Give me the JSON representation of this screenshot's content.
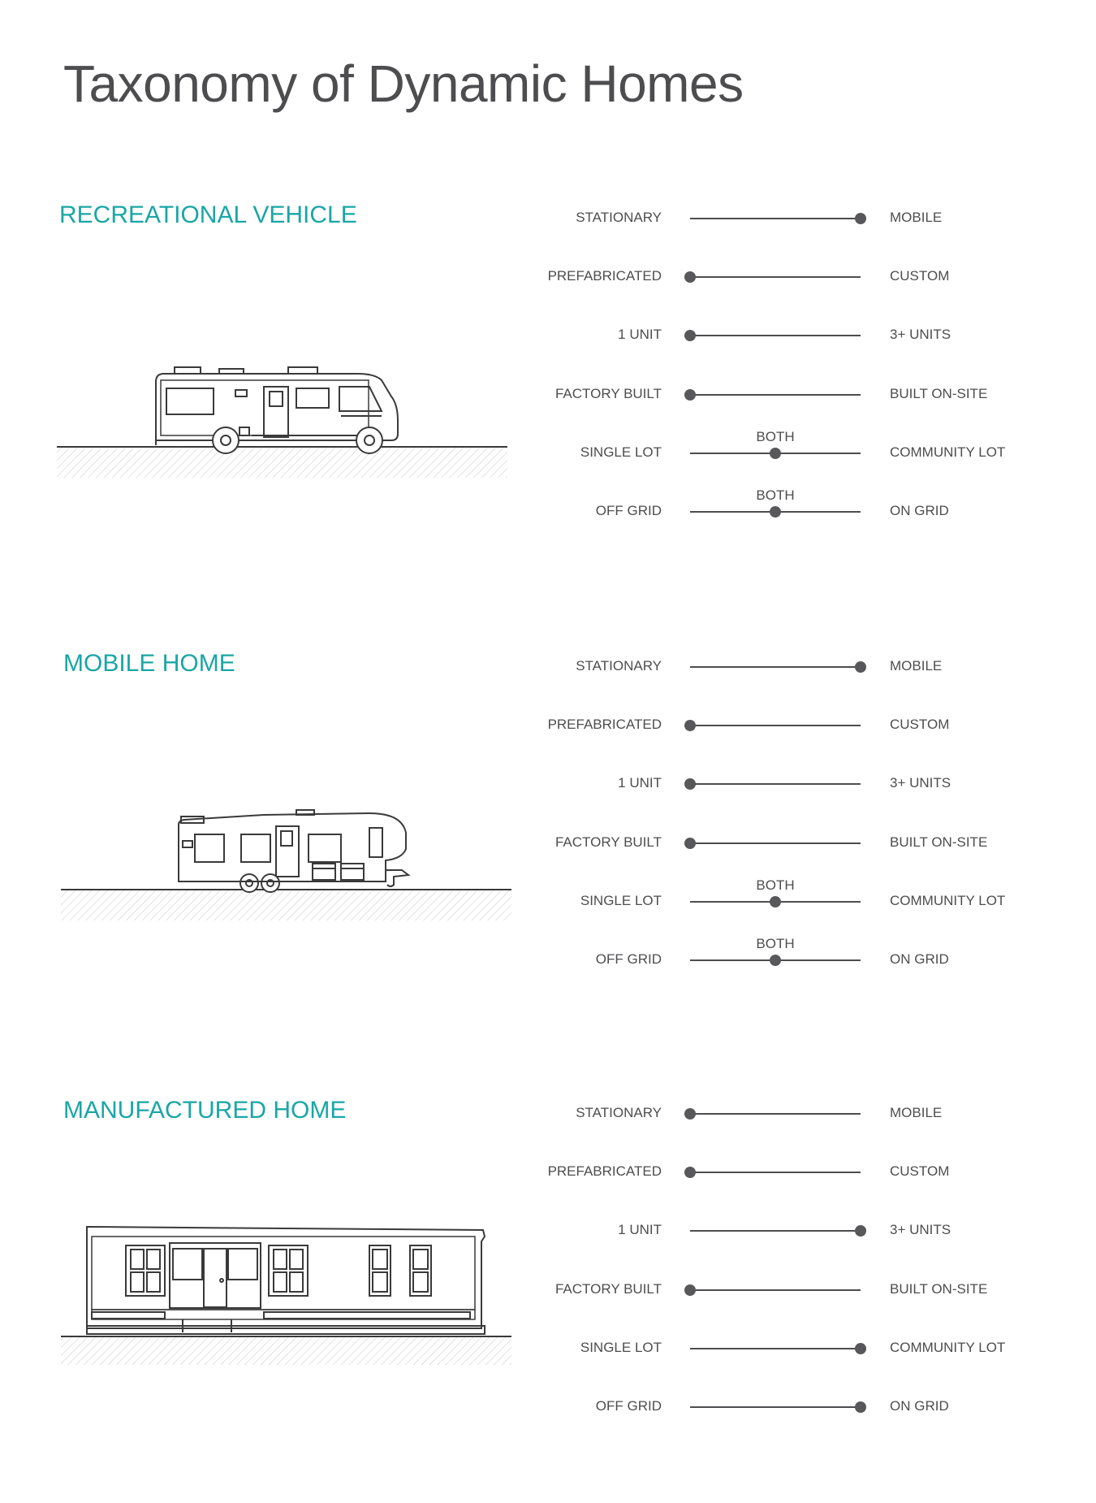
{
  "title": "Taxonomy of Dynamic Homes",
  "colors": {
    "accent": "#1aa6a6",
    "text": "#4d4d4f",
    "dot": "#58585a"
  },
  "sections": [
    {
      "name": "RECREATIONAL VEHICLE",
      "illustration": "rv-motorhome-icon",
      "scales": [
        {
          "left": "STATIONARY",
          "right": "MOBILE",
          "position": 1.0,
          "marker_label": ""
        },
        {
          "left": "PREFABRICATED",
          "right": "CUSTOM",
          "position": 0.0,
          "marker_label": ""
        },
        {
          "left": "1 UNIT",
          "right": "3+ UNITS",
          "position": 0.0,
          "marker_label": ""
        },
        {
          "left": "FACTORY BUILT",
          "right": "BUILT ON-SITE",
          "position": 0.0,
          "marker_label": ""
        },
        {
          "left": "SINGLE LOT",
          "right": "COMMUNITY LOT",
          "position": 0.5,
          "marker_label": "BOTH"
        },
        {
          "left": "OFF GRID",
          "right": "ON GRID",
          "position": 0.5,
          "marker_label": "BOTH"
        }
      ]
    },
    {
      "name": "MOBILE HOME",
      "illustration": "fifth-wheel-trailer-icon",
      "scales": [
        {
          "left": "STATIONARY",
          "right": "MOBILE",
          "position": 1.0,
          "marker_label": ""
        },
        {
          "left": "PREFABRICATED",
          "right": "CUSTOM",
          "position": 0.0,
          "marker_label": ""
        },
        {
          "left": "1 UNIT",
          "right": "3+ UNITS",
          "position": 0.0,
          "marker_label": ""
        },
        {
          "left": "FACTORY BUILT",
          "right": "BUILT ON-SITE",
          "position": 0.0,
          "marker_label": ""
        },
        {
          "left": "SINGLE LOT",
          "right": "COMMUNITY LOT",
          "position": 0.5,
          "marker_label": "BOTH"
        },
        {
          "left": "OFF GRID",
          "right": "ON GRID",
          "position": 0.5,
          "marker_label": "BOTH"
        }
      ]
    },
    {
      "name": "MANUFACTURED HOME",
      "illustration": "manufactured-house-icon",
      "scales": [
        {
          "left": "STATIONARY",
          "right": "MOBILE",
          "position": 0.0,
          "marker_label": ""
        },
        {
          "left": "PREFABRICATED",
          "right": "CUSTOM",
          "position": 0.0,
          "marker_label": ""
        },
        {
          "left": "1 UNIT",
          "right": "3+ UNITS",
          "position": 1.0,
          "marker_label": ""
        },
        {
          "left": "FACTORY BUILT",
          "right": "BUILT ON-SITE",
          "position": 0.0,
          "marker_label": ""
        },
        {
          "left": "SINGLE LOT",
          "right": "COMMUNITY LOT",
          "position": 1.0,
          "marker_label": ""
        },
        {
          "left": "OFF GRID",
          "right": "ON GRID",
          "position": 1.0,
          "marker_label": ""
        }
      ]
    }
  ]
}
